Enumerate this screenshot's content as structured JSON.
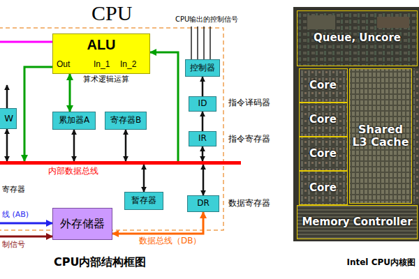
{
  "diagram": {
    "title": "CPU",
    "caption": "CPU内部结构框图",
    "nodes": [
      {
        "text": [
          "ALU",
          "Out",
          "In_1",
          "In_2"
        ]
      },
      {
        "text": [
          "控制器"
        ]
      },
      {
        "text": [
          "W"
        ]
      },
      {
        "text": [
          "累加器A"
        ]
      },
      {
        "text": [
          "寄存器B"
        ]
      },
      {
        "text": [
          "ID"
        ]
      },
      {
        "text": [
          "IR"
        ]
      },
      {
        "text": [
          "内部数据总线"
        ]
      },
      {
        "text": [
          "暂存器"
        ]
      },
      {
        "text": [
          "DR"
        ]
      },
      {
        "text": [
          "外存储器"
        ]
      },
      {
        "text": [
          "Queue, Uncore"
        ]
      },
      {
        "text": [
          "Core"
        ]
      },
      {
        "text": [
          "Core"
        ]
      },
      {
        "text": [
          "Core"
        ]
      },
      {
        "text": [
          "Core"
        ]
      },
      {
        "text": [
          "Shared L3 Cache"
        ]
      },
      {
        "text": [
          "Memory Controller"
        ]
      }
    ],
    "edges": [
      {
        "from": 0,
        "to": 7,
        "arrow": "to"
      },
      {
        "from": 3,
        "to": 0,
        "arrow": "both"
      },
      {
        "from": 7,
        "to": 0,
        "arrow": "to"
      },
      {
        "from": 2,
        "to": 7,
        "arrow": "both"
      },
      {
        "from": 3,
        "to": 7,
        "arrow": "both"
      },
      {
        "from": 4,
        "to": 7,
        "arrow": "both"
      },
      {
        "from": 6,
        "to": 7,
        "arrow": "both"
      },
      {
        "from": 6,
        "to": 5,
        "arrow": "to"
      },
      {
        "from": 5,
        "to": 1,
        "arrow": "to"
      },
      {
        "from": 8,
        "to": 7,
        "arrow": "both"
      },
      {
        "from": 9,
        "to": 7,
        "arrow": "both"
      },
      {
        "from": 10,
        "to": 9,
        "label": "数据总线（DB）",
        "arrow": "both"
      }
    ],
    "labels": [
      "CPU输出的控制信号",
      "算术逻辑运算",
      "指令译码器",
      "指令寄存器",
      "寄存器",
      "数据寄存器",
      "线 (AB)",
      "制信号",
      "Intel CPU内核图"
    ]
  }
}
